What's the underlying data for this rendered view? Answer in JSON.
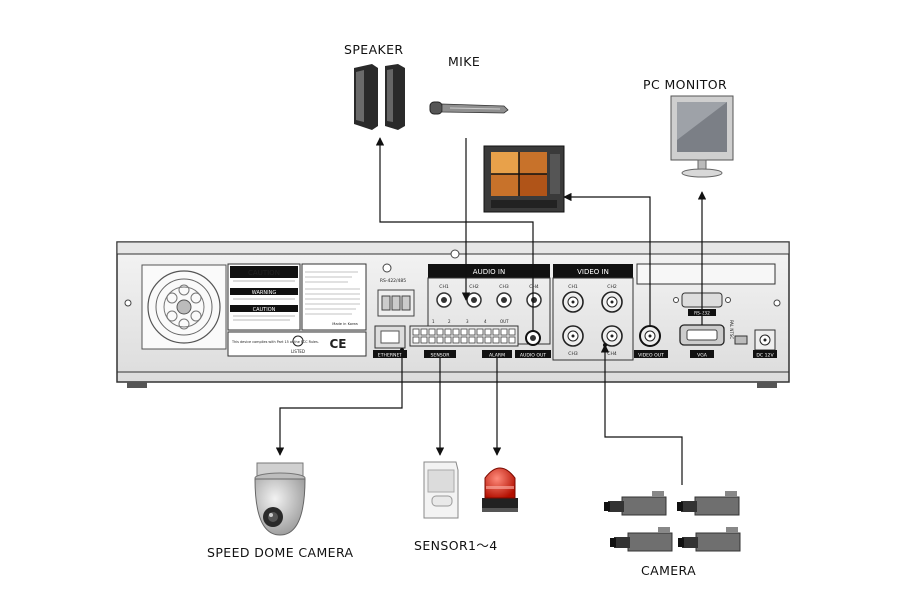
{
  "devices": {
    "speaker": "SPEAKER",
    "mike": "MIKE",
    "pc_monitor": "PC MONITOR",
    "speed_dome_camera": "SPEED DOME CAMERA",
    "sensor": "SENSOR1～4",
    "camera": "CAMERA"
  },
  "panel": {
    "caution": "CAUTION",
    "warning": "WARNING",
    "caution2": "CAUTION",
    "ce_mark": "CE",
    "listed": "LISTED",
    "rs422": "RS-422/485",
    "ethernet": "ETHERNET",
    "sensor": "SENSOR",
    "alarm": "ALARM",
    "audio_in": "AUDIO IN",
    "audio_out": "AUDIO OUT",
    "video_in": "VIDEO IN",
    "video_out": "VIDEO OUT",
    "rs232": "RS-232",
    "vga": "VGA",
    "pal_ntsc": "PAL NTSC",
    "dc12v": "DC 12V",
    "made_in": "Made in Korea",
    "fcc_note": "This device complies with Part 15 of the FCC Rules.",
    "audio_channels": [
      "CH1",
      "CH2",
      "CH3",
      "CH4"
    ],
    "video_channels": [
      "CH1",
      "CH2",
      "CH3",
      "CH4"
    ],
    "out_label": "OUT",
    "terminal_numbers": [
      "1",
      "2",
      "3",
      "4"
    ]
  }
}
